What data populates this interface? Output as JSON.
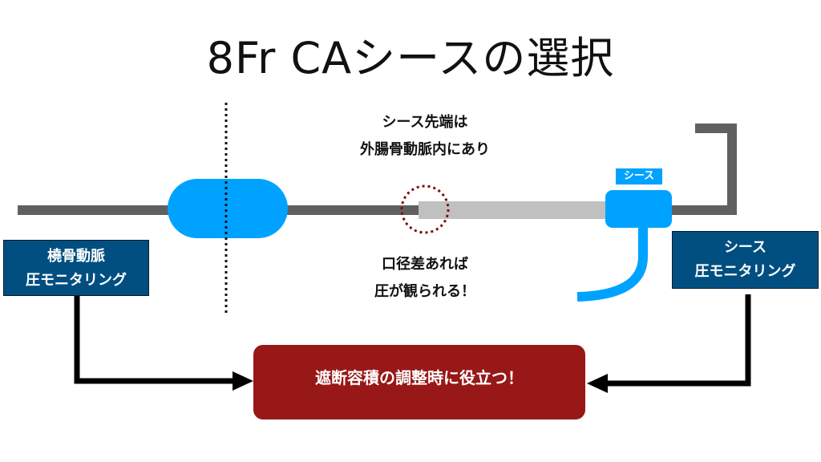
{
  "title": "8Fr CAシースの選択",
  "notes": {
    "sheath_tip": [
      "シース先端は",
      "外腸骨動脈内にあり"
    ],
    "pressure": [
      "口径差あれば",
      "圧が観られる！"
    ]
  },
  "labels": {
    "sheath_tag": "シース",
    "radial_box": [
      "橈骨動脈",
      "圧モニタリング"
    ],
    "sheath_box": [
      "シース",
      "圧モニタリング"
    ],
    "result": "遮断容積の調整時に役立つ！"
  },
  "colors": {
    "artery_line": "#606060",
    "sheath_body": "#c0c0c0",
    "balloon": "#00a2ff",
    "box": "#004f80",
    "result": "#981818",
    "marker_circle": "#7a1010"
  }
}
